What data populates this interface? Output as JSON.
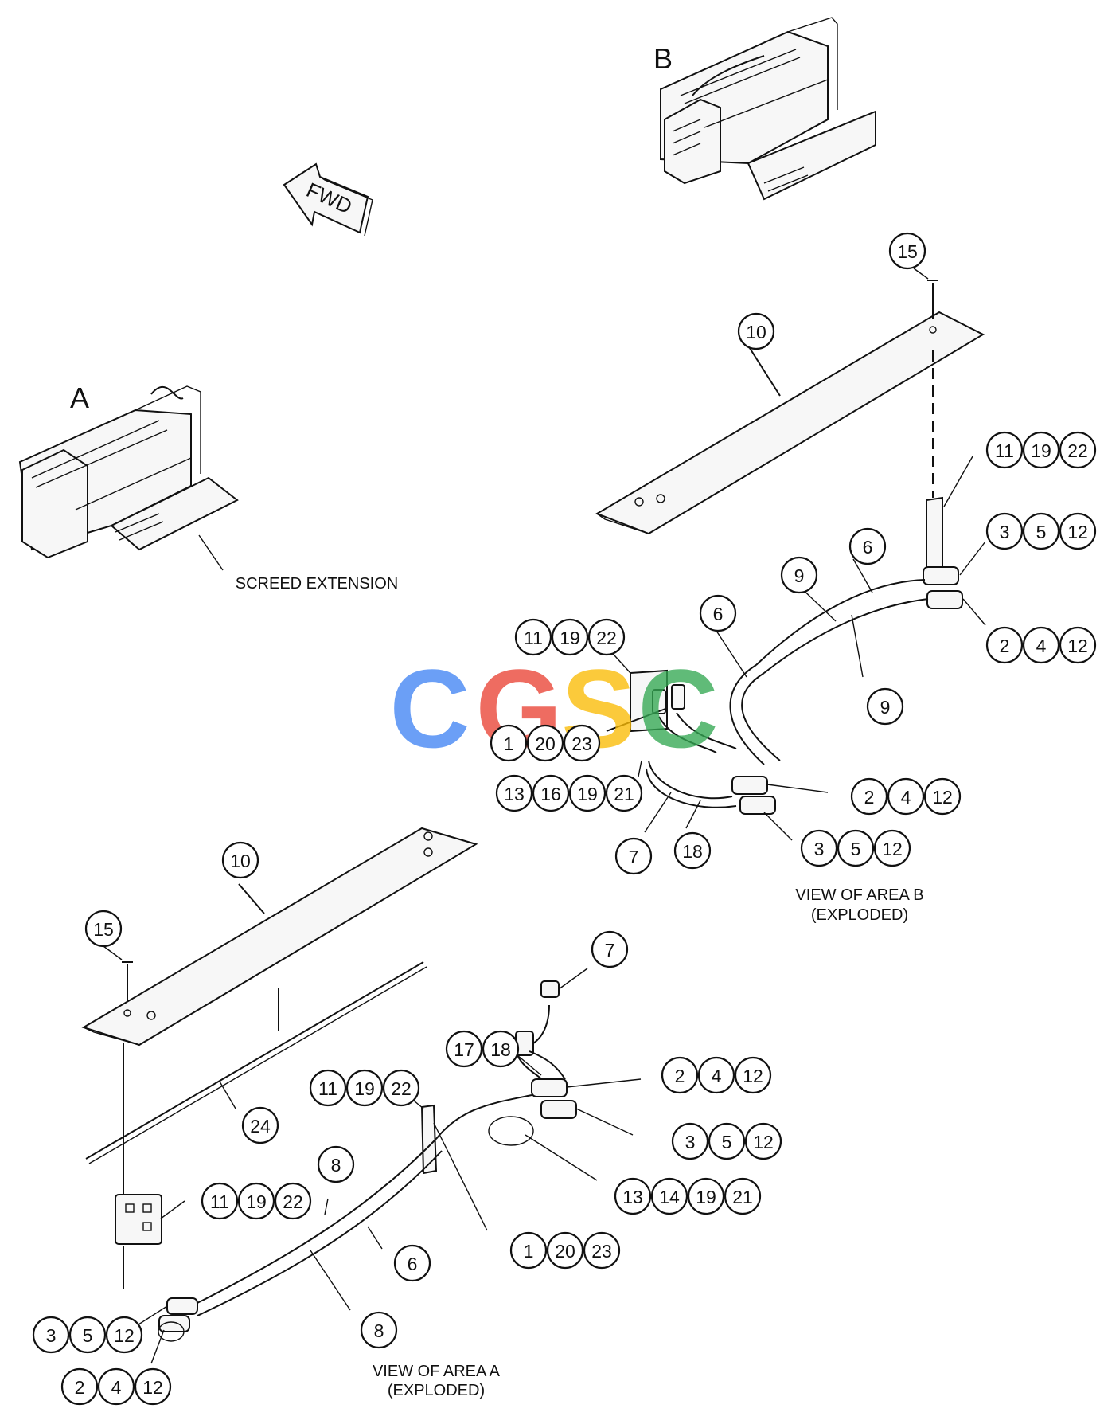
{
  "labels": {
    "view_a_letter": "A",
    "view_b_letter": "B",
    "fwd": "FWD",
    "screed_extension": "SCREED EXTENSION",
    "view_b_line1": "VIEW OF AREA B",
    "view_b_line2": "(EXPLODED)",
    "view_a_line1": "VIEW OF AREA  A",
    "view_a_line2": "(EXPLODED)"
  },
  "watermark": {
    "text": "CGSC",
    "letters": [
      "C",
      "G",
      "S",
      "C"
    ],
    "colors": [
      "#4285f4",
      "#ea4335",
      "#fbbc05",
      "#34a853"
    ]
  },
  "callouts": [
    {
      "name": "callout-b-15",
      "parts": [
        "15"
      ]
    },
    {
      "name": "callout-b-10",
      "parts": [
        "10"
      ]
    },
    {
      "name": "callout-b-11-19-22-right",
      "parts": [
        "11",
        "19",
        "22"
      ]
    },
    {
      "name": "callout-b-3-5-12-right",
      "parts": [
        "3",
        "5",
        "12"
      ]
    },
    {
      "name": "callout-b-6-right",
      "parts": [
        "6"
      ]
    },
    {
      "name": "callout-b-9-upper",
      "parts": [
        "9"
      ]
    },
    {
      "name": "callout-b-6-left",
      "parts": [
        "6"
      ]
    },
    {
      "name": "callout-b-2-4-12-right",
      "parts": [
        "2",
        "4",
        "12"
      ]
    },
    {
      "name": "callout-b-11-19-22-left",
      "parts": [
        "11",
        "19",
        "22"
      ]
    },
    {
      "name": "callout-b-9-lower",
      "parts": [
        "9"
      ]
    },
    {
      "name": "callout-b-1-20-23",
      "parts": [
        "1",
        "20",
        "23"
      ]
    },
    {
      "name": "callout-b-13-16-19-21",
      "parts": [
        "13",
        "16",
        "19",
        "21"
      ]
    },
    {
      "name": "callout-b-2-4-12-lower",
      "parts": [
        "2",
        "4",
        "12"
      ]
    },
    {
      "name": "callout-b-7",
      "parts": [
        "7"
      ]
    },
    {
      "name": "callout-b-18",
      "parts": [
        "18"
      ]
    },
    {
      "name": "callout-b-3-5-12-lower",
      "parts": [
        "3",
        "5",
        "12"
      ]
    },
    {
      "name": "callout-a-10",
      "parts": [
        "10"
      ]
    },
    {
      "name": "callout-a-15",
      "parts": [
        "15"
      ]
    },
    {
      "name": "callout-a-7",
      "parts": [
        "7"
      ]
    },
    {
      "name": "callout-a-17-18",
      "parts": [
        "17",
        "18"
      ]
    },
    {
      "name": "callout-a-2-4-12-upper",
      "parts": [
        "2",
        "4",
        "12"
      ]
    },
    {
      "name": "callout-a-11-19-22-upper",
      "parts": [
        "11",
        "19",
        "22"
      ]
    },
    {
      "name": "callout-a-3-5-12-upper",
      "parts": [
        "3",
        "5",
        "12"
      ]
    },
    {
      "name": "callout-a-24",
      "parts": [
        "24"
      ]
    },
    {
      "name": "callout-a-13-14-19-21",
      "parts": [
        "13",
        "14",
        "19",
        "21"
      ]
    },
    {
      "name": "callout-a-8-upper",
      "parts": [
        "8"
      ]
    },
    {
      "name": "callout-a-11-19-22-lower",
      "parts": [
        "11",
        "19",
        "22"
      ]
    },
    {
      "name": "callout-a-1-20-23",
      "parts": [
        "1",
        "20",
        "23"
      ]
    },
    {
      "name": "callout-a-6",
      "parts": [
        "6"
      ]
    },
    {
      "name": "callout-a-3-5-12-lower",
      "parts": [
        "3",
        "5",
        "12"
      ]
    },
    {
      "name": "callout-a-8-lower",
      "parts": [
        "8"
      ]
    },
    {
      "name": "callout-a-2-4-12-lower",
      "parts": [
        "2",
        "4",
        "12"
      ]
    }
  ]
}
